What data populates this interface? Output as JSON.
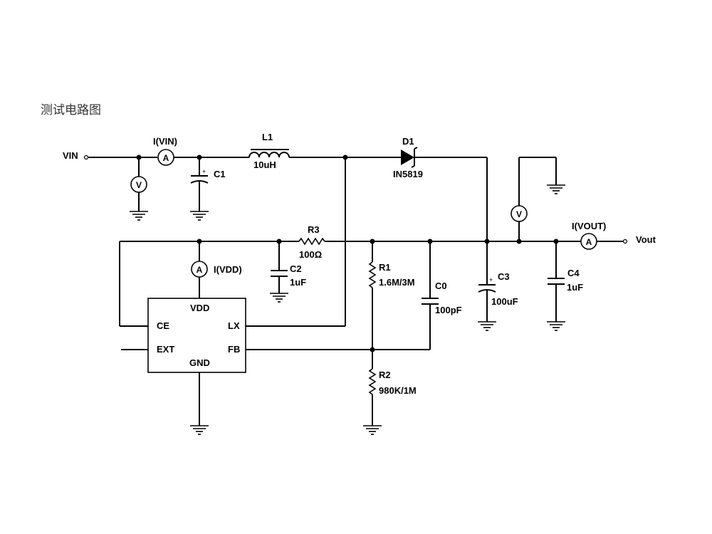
{
  "title": "测试电路图",
  "nodes": {
    "vin": "VIN",
    "vout": "Vout"
  },
  "components": {
    "l1": {
      "ref": "L1",
      "value": "10uH"
    },
    "d1": {
      "ref": "D1",
      "value": "IN5819"
    },
    "c1": {
      "ref": "C1"
    },
    "c2": {
      "ref": "C2",
      "value": "1uF"
    },
    "c0": {
      "ref": "C0",
      "value": "100pF"
    },
    "c3": {
      "ref": "C3",
      "value": "100uF"
    },
    "c4": {
      "ref": "C4",
      "value": "1uF"
    },
    "r3": {
      "ref": "R3",
      "value": "100Ω"
    },
    "r1": {
      "ref": "R1",
      "value": "1.6M/3M"
    },
    "r2": {
      "ref": "R2",
      "value": "980K/1M"
    }
  },
  "meters": {
    "i_vin": "I(VIN)",
    "i_vdd": "I(VDD)",
    "i_vout": "I(VOUT)",
    "ammeter_symbol": "A",
    "voltmeter_symbol": "V"
  },
  "ic": {
    "pins": {
      "vdd": "VDD",
      "ce": "CE",
      "lx": "LX",
      "ext": "EXT",
      "fb": "FB",
      "gnd": "GND"
    }
  }
}
